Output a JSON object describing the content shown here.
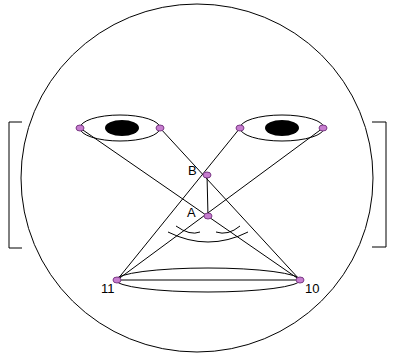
{
  "diagram": {
    "labels": [
      "B",
      "A",
      "11",
      "10"
    ]
  }
}
